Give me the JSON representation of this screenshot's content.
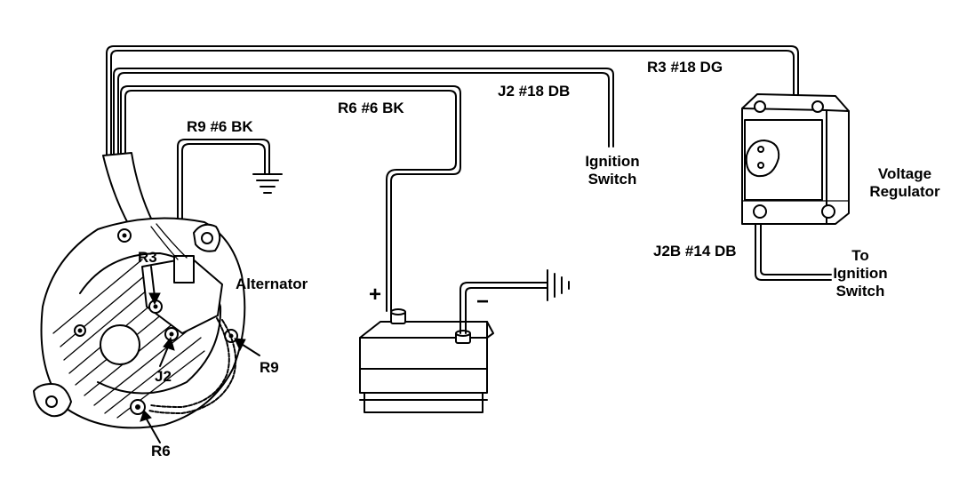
{
  "labels": {
    "r3_dg": "R3 #18 DG",
    "j2_db": "J2 #18 DB",
    "r6_bk": "R6 #6 BK",
    "r9_bk": "R9 #6 BK",
    "ignition_switch_1": "Ignition",
    "ignition_switch_2": "Switch",
    "voltage_regulator_1": "Voltage",
    "voltage_regulator_2": "Regulator",
    "j2b_db": "J2B #14 DB",
    "to_ignition_1": "To",
    "to_ignition_2": "Ignition",
    "to_ignition_3": "Switch",
    "alternator": "Alternator",
    "r3": "R3",
    "j2": "J2",
    "r9": "R9",
    "r6": "R6",
    "plus": "+",
    "minus": "−"
  }
}
